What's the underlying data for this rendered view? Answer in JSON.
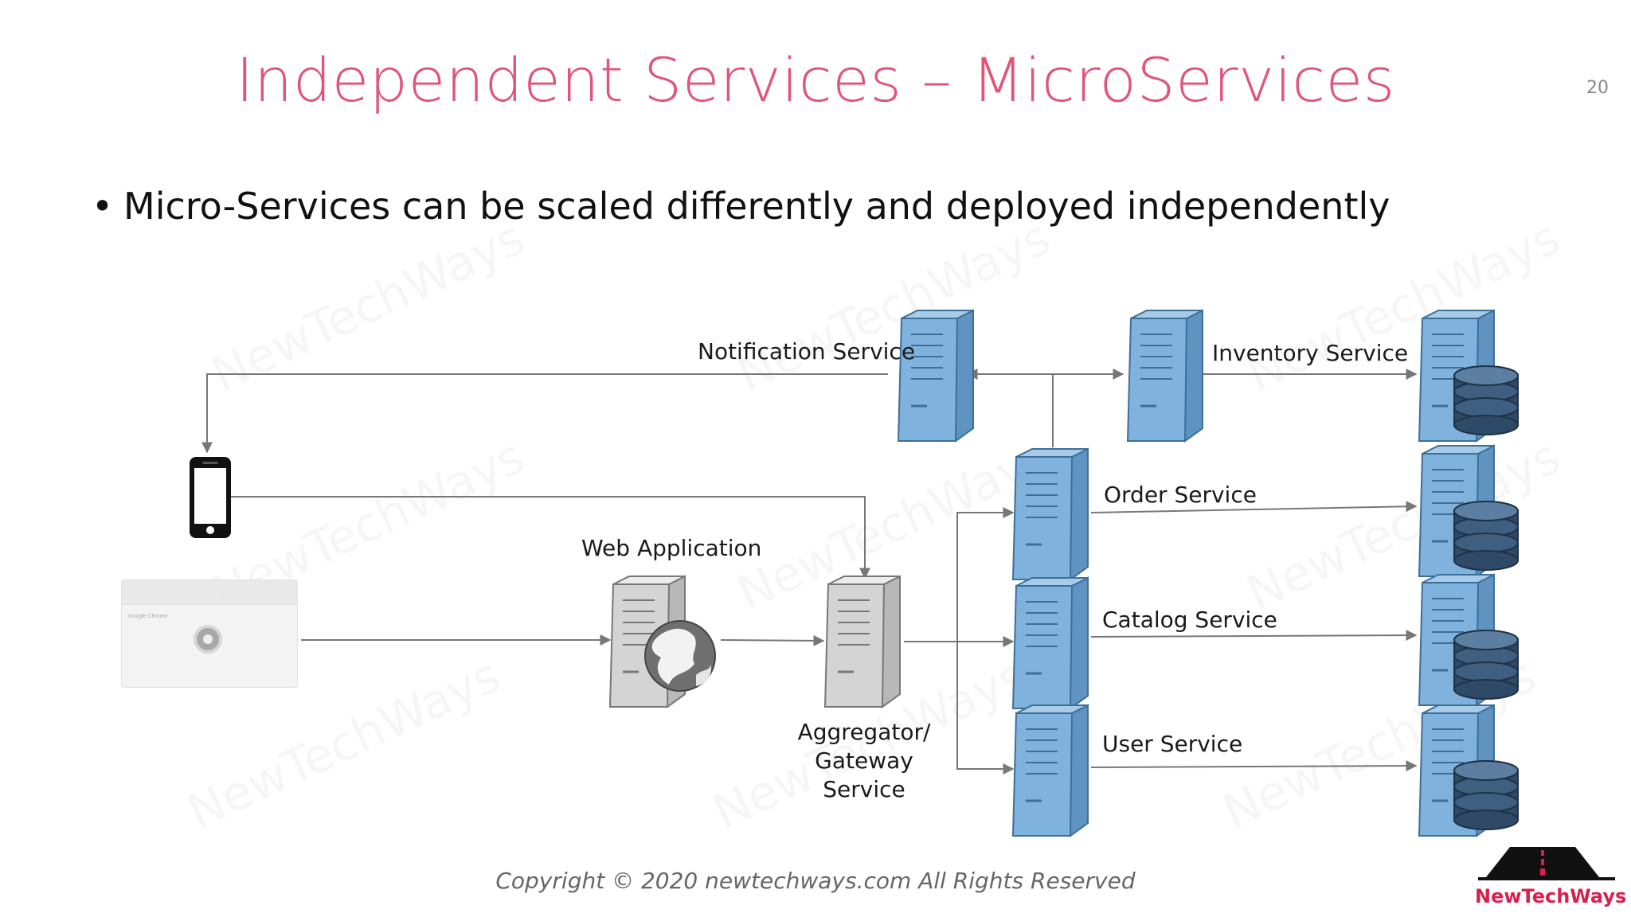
{
  "slide": {
    "title": "Independent Services – MicroServices",
    "page_number": "20",
    "bullet": "Micro-Services can be scaled differently and deployed independently",
    "copyright": "Copyright © 2020 newtechways.com All Rights Reserved",
    "watermark": "NewTechWays",
    "logo_text": "NewTechWays",
    "browser_tiny_text": "Google Chrome"
  },
  "labels": {
    "notification_service": "Notification Service",
    "inventory_service": "Inventory Service",
    "order_service": "Order Service",
    "catalog_service": "Catalog Service",
    "user_service": "User Service",
    "web_application": "Web Application",
    "gateway_service": "Aggregator/ Gateway Service"
  },
  "colors": {
    "title": "#e0557a",
    "server_blue": "#7fb2dc",
    "server_gray": "#c9c9c9",
    "database": "#2f4a66",
    "logo_red": "#d8204e"
  },
  "icons": {
    "client_mobile": "smartphone-icon",
    "client_browser": "browser-window-icon",
    "web_server": "web-server-globe-icon",
    "gateway": "gray-server-icon",
    "service": "blue-server-icon",
    "storage": "server-database-icon"
  }
}
